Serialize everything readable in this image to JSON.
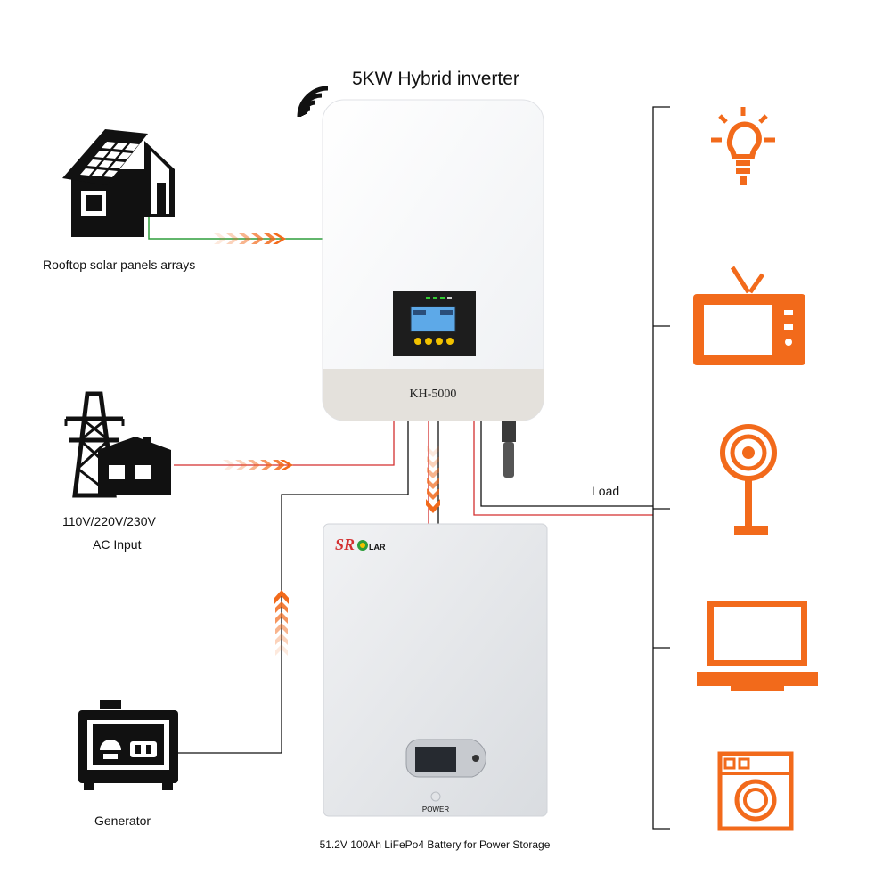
{
  "title": "5KW Hybrid inverter",
  "inverter": {
    "model": "KH-5000"
  },
  "sources": {
    "solar": "Rooftop solar panels arrays",
    "grid_voltage": "110V/220V/230V",
    "grid_label": "AC Input",
    "generator": "Generator"
  },
  "load_label": "Load",
  "battery": {
    "brand": "SR SOLAR",
    "power_label": "POWER",
    "caption": "51.2V 100Ah LiFePo4 Battery for Power Storage"
  },
  "loads": [
    "light-bulb-icon",
    "tv-icon",
    "fan-icon",
    "laptop-icon",
    "washing-machine-icon"
  ],
  "colors": {
    "accent": "#f26a1b",
    "dc_line": "#d32f2f",
    "pv_line": "#2e9d3b",
    "wire": "#111111"
  }
}
